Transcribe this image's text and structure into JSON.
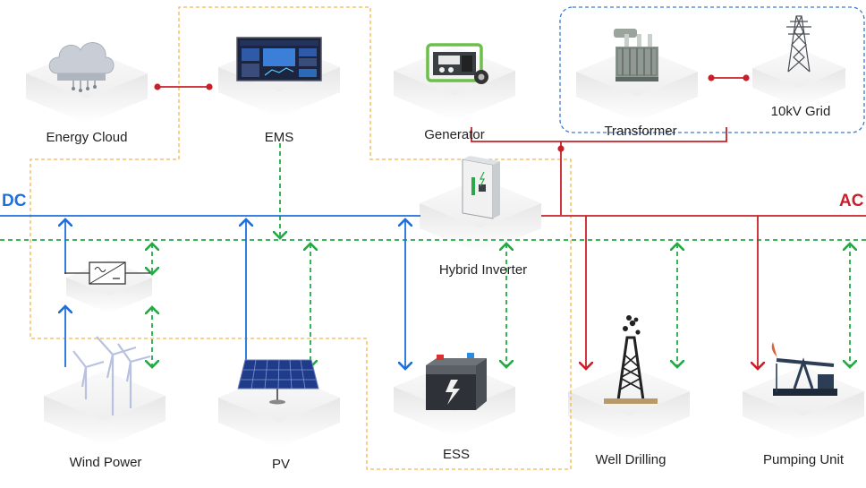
{
  "colors": {
    "dc": "#1e6fdc",
    "ac": "#c8202a",
    "comm": "#22aa44",
    "control": "#f0b84a",
    "grid_box": "#3a7ad8"
  },
  "bus": {
    "dc_label": "DC",
    "ac_label": "AC"
  },
  "nodes": {
    "energy_cloud": "Energy Cloud",
    "ems": "EMS",
    "generator": "Generator",
    "transformer": "Transformer",
    "grid": "10kV Grid",
    "hybrid_inverter": "Hybrid Inverter",
    "wind_power": "Wind Power",
    "pv": "PV",
    "ess": "ESS",
    "well_drilling": "Well Drilling",
    "pumping_unit": "Pumping Unit"
  },
  "icons": {
    "energy_cloud": "cloud-icon",
    "ems": "monitor-dashboard-icon",
    "generator": "generator-icon",
    "transformer": "transformer-icon",
    "grid": "transmission-tower-icon",
    "hybrid_inverter": "inverter-icon",
    "converter": "dc-dc-converter-icon",
    "wind_power": "wind-turbine-icon",
    "pv": "solar-panel-icon",
    "ess": "battery-icon",
    "well_drilling": "drilling-rig-icon",
    "pumping_unit": "pumpjack-icon"
  }
}
